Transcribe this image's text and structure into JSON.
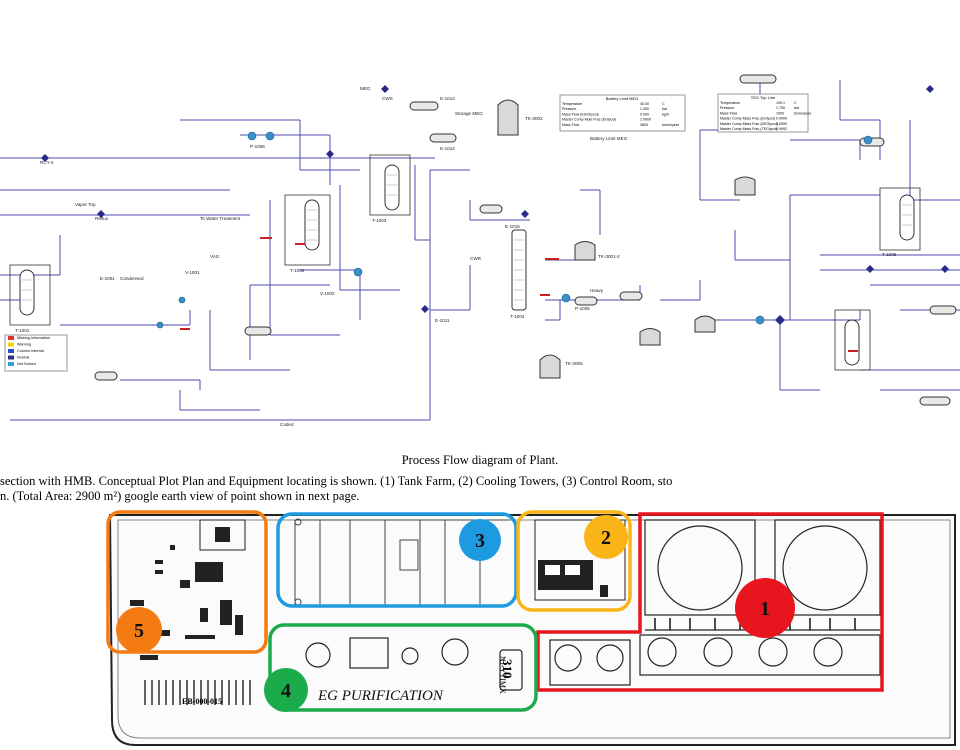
{
  "caption": {
    "title": "Process Flow diagram of Plant.",
    "line1": "section with HMB. Conceptual Plot Plan and Equipment locating is shown. (1) Tank Farm, (2) Cooling Towers, (3) Control Room, sto",
    "line2": "n. (Total Area: 2900 m²) google earth view of point shown in next page."
  },
  "pfd": {
    "legend": [
      "Missing Information",
      "Warning",
      "Column Internal",
      "Normal",
      "Not Solved"
    ],
    "legend_colors": [
      "#e03030",
      "#f0d000",
      "#2050c0",
      "#2a2a8a",
      "#30a0e0"
    ],
    "battery_limit_title": "Battery Limit MEG",
    "battery_limit_rows": [
      [
        "Temperature",
        "40.00",
        "C"
      ],
      [
        "Pressure",
        "1.300",
        "bar"
      ],
      [
        "Mass Flow (EG/Glycol)",
        "0.000",
        "kg/h"
      ],
      [
        "Master Comp Mole Frac (EGlycol)",
        "1.0000",
        ""
      ],
      [
        "Mass Flow",
        "3600",
        "tonne/year"
      ]
    ],
    "teg_top_title": "TEG Top Line",
    "teg_top_rows": [
      [
        "Temperature",
        "195.1",
        "C"
      ],
      [
        "Pressure",
        "1.700",
        "bar"
      ],
      [
        "Mass Flow",
        "1000",
        "tonne/year"
      ],
      [
        "Master Comp Mass Frac (EGlycol)",
        "0.0000",
        ""
      ],
      [
        "Master Comp Mass Frac (DEGlycol)",
        "0.0000",
        ""
      ],
      [
        "Master Comp Mass Frac (TEGlycol)",
        "0.9992",
        ""
      ]
    ],
    "labels": {
      "tk3002": "TK-3002",
      "tk3001": "TK-3001-2",
      "tk3005": "TK-3005",
      "t1001": "T-1001",
      "t1002": "T-1002",
      "t1003": "T-1003",
      "t1004": "T-1004",
      "t1005": "T-1005",
      "e1014": "E-1014",
      "e1015": "E-1015",
      "e1012": "E-1012",
      "e1001": "E-1001",
      "e1011": "E-1011",
      "p1006": "P-1006",
      "p1005": "P-1005",
      "v1001": "V-1001",
      "v1002": "V-1002",
      "meg": "MEG",
      "cw": "CWS",
      "cwr": "CWR",
      "reflux": "Reflux",
      "condensed": "Condensed",
      "vaporTop": "Vapor Top",
      "heavy": "Heavy",
      "toWater": "To Water Treatment",
      "storage": "Storage MEG",
      "batteryMeg": "Battery Limit MEG",
      "rcy": "RCY-4",
      "coded": "Coded",
      "vag": "VAG"
    }
  },
  "plot_plan": {
    "markers": [
      "1",
      "2",
      "3",
      "4",
      "5"
    ],
    "marker_colors": [
      "#e8141e",
      "#f9b418",
      "#1e9be0",
      "#1cab4a",
      "#f47b12"
    ],
    "area_label": "EG PURIFICATION",
    "unit_number": "310",
    "unit_code": "NJ-YTIMX",
    "small_code": "EB-000-015"
  }
}
